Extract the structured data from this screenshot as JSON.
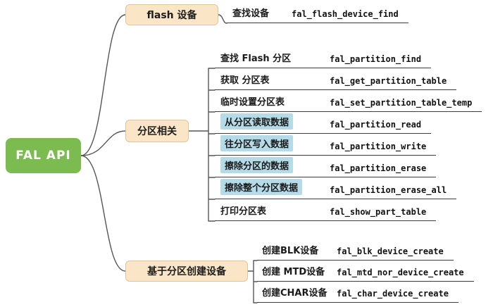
{
  "root": {
    "label": "FAL API"
  },
  "branches": [
    {
      "label": "flash 设备",
      "children": [
        {
          "zh": "查找设备",
          "code": "fal_flash_device_find",
          "highlight": false
        }
      ]
    },
    {
      "label": "分区相关",
      "children": [
        {
          "zh": "查找 Flash 分区",
          "code": "fal_partition_find",
          "highlight": false
        },
        {
          "zh": "获取 分区表",
          "code": "fal_get_partition_table",
          "highlight": false
        },
        {
          "zh": "临时设置分区表",
          "code": "fal_set_partition_table_temp",
          "highlight": false
        },
        {
          "zh": "从分区读取数据",
          "code": "fal_partition_read",
          "highlight": true
        },
        {
          "zh": "往分区写入数据",
          "code": "fal_partition_write",
          "highlight": true
        },
        {
          "zh": "擦除分区的数据",
          "code": "fal_partition_erase",
          "highlight": true
        },
        {
          "zh": "擦除整个分区数据",
          "code": "fal_partition_erase_all",
          "highlight": true
        },
        {
          "zh": "打印分区表",
          "code": "fal_show_part_table",
          "highlight": false
        }
      ]
    },
    {
      "label": "基于分区创建设备",
      "children": [
        {
          "zh": "创建BLK设备",
          "code": "fal_blk_device_create",
          "highlight": false
        },
        {
          "zh": "创建 MTD设备",
          "code": "fal_mtd_nor_device_create",
          "highlight": false
        },
        {
          "zh": "创建CHAR设备",
          "code": "fal_char_device_create",
          "highlight": false
        }
      ]
    }
  ],
  "colors": {
    "root_green": "#7cbb4f",
    "branch_bg": "#fae5c7",
    "branch_border": "#e0c49a",
    "highlight": "#b5dbe8",
    "line": "#555555",
    "underline": "#3d3d3d"
  }
}
